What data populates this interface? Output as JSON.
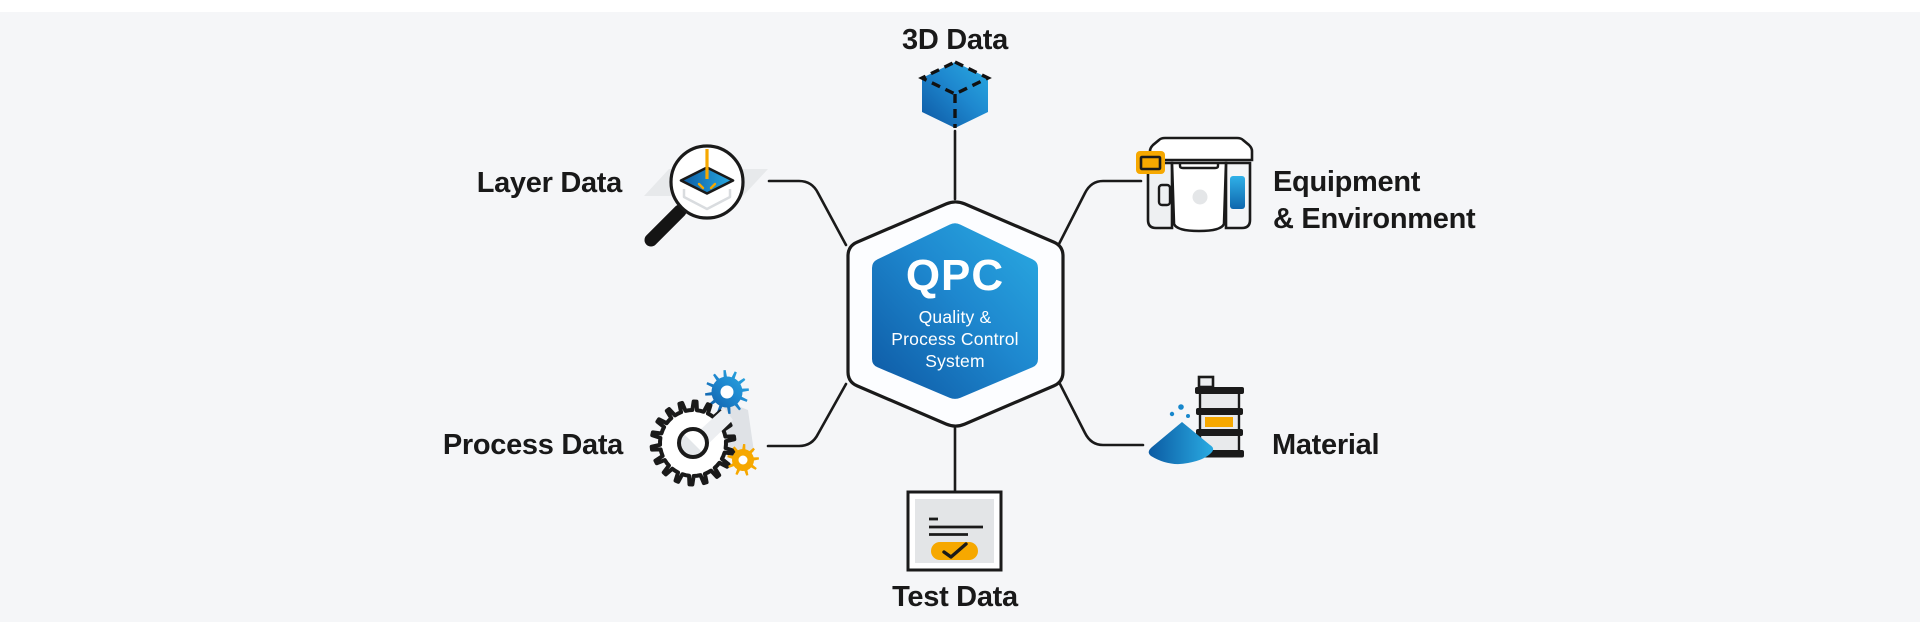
{
  "page": {
    "background_color": "#f5f6f8",
    "frame_band_color": "#ffffff"
  },
  "center_hexagon": {
    "acronym": "QPC",
    "subtitle_line1": "Quality &",
    "subtitle_line2": "Process Control",
    "subtitle_line3": "System"
  },
  "nodes": [
    {
      "label": "3D Data",
      "icon": "cube-icon",
      "position": "top"
    },
    {
      "label": "Layer Data",
      "icon": "magnifier-layer-icon",
      "position": "top-left"
    },
    {
      "label": "Equipment",
      "label_line2": "& Environment",
      "icon": "printer-machine-icon",
      "position": "top-right"
    },
    {
      "label": "Process Data",
      "icon": "gears-icon",
      "position": "bottom-left"
    },
    {
      "label": "Material",
      "icon": "powder-barrel-icon",
      "position": "bottom-right"
    },
    {
      "label": "Test Data",
      "icon": "test-report-icon",
      "position": "bottom"
    }
  ],
  "palette": {
    "line_color": "#1a1a1a",
    "text_color": "#191919",
    "accent_yellow": "#f6a800",
    "accent_blue_dark": "#0d57a2",
    "accent_blue_light": "#2aabe2",
    "light_gray": "#e7e9eb"
  }
}
